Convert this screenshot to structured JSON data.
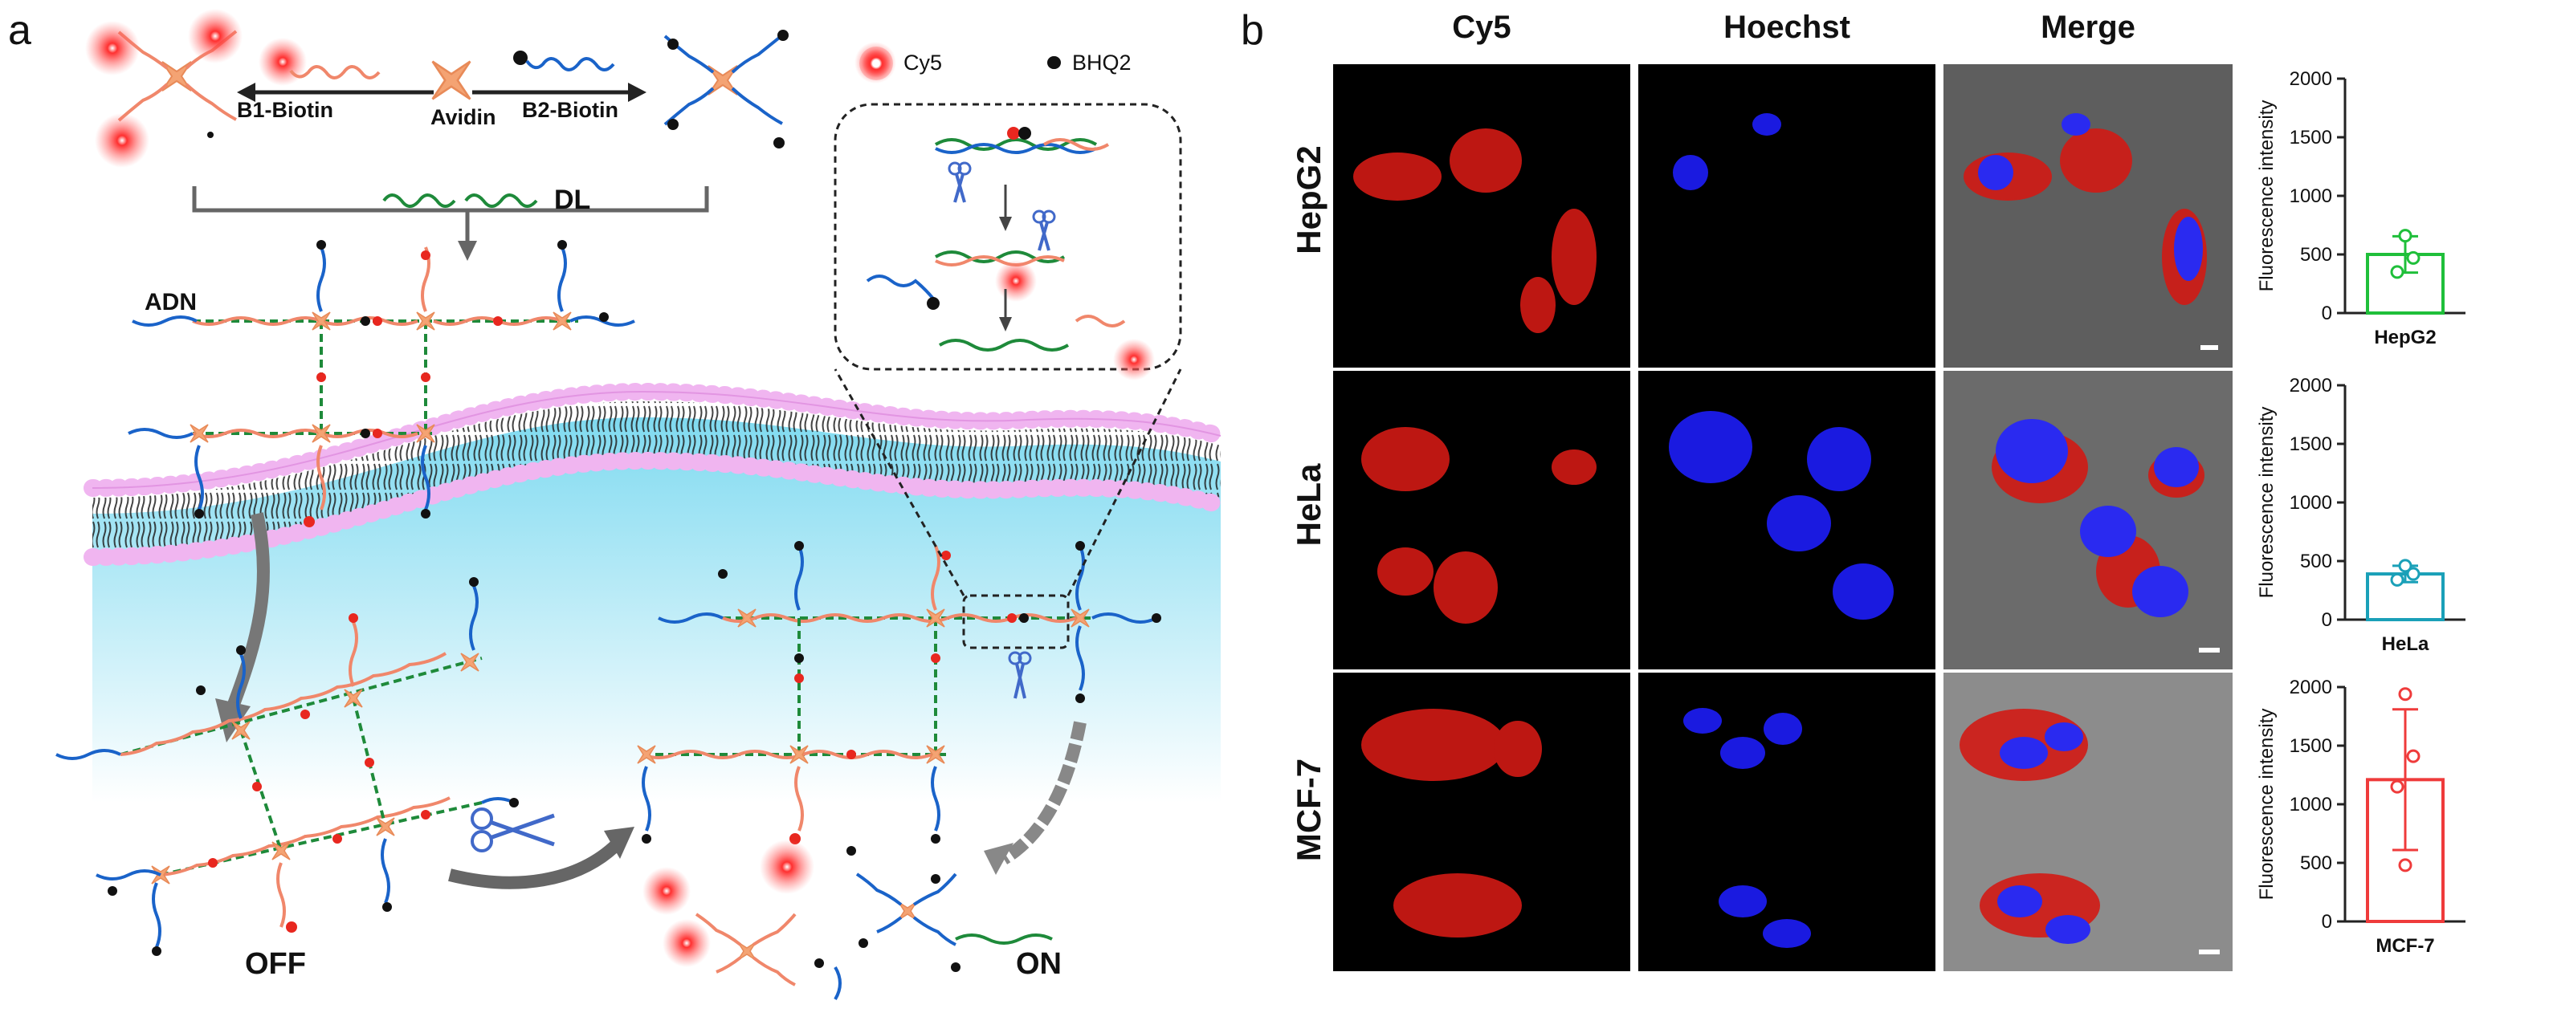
{
  "panel_a": {
    "letter": "a",
    "legend": {
      "cy5": "Cy5",
      "bhq2": "BHQ2"
    },
    "labels": {
      "b1": "B1-Biotin",
      "avidin": "Avidin",
      "b2": "B2-Biotin",
      "dl": "DL",
      "adn": "ADN",
      "off": "OFF",
      "on": "ON"
    },
    "colors": {
      "cy5": "#e8271f",
      "dna_blue": "#1a63c9",
      "dna_green": "#1e8a3a",
      "avidin": "#f2a77a",
      "membrane": "#e9a6e6",
      "cytoplasm": "#8fe0f2"
    }
  },
  "panel_b": {
    "letter": "b",
    "columns": [
      "Cy5",
      "Hoechst",
      "Merge"
    ],
    "rows": [
      "HepG2",
      "HeLa",
      "MCF-7"
    ]
  },
  "chart_data": [
    {
      "type": "bar",
      "title": "",
      "xlabel": "",
      "ylabel": "Fluorescence intensity",
      "categories": [
        "HepG2"
      ],
      "values": [
        500
      ],
      "points": [
        660,
        350,
        470
      ],
      "error": [
        345,
        655
      ],
      "ylim": [
        0,
        2000
      ],
      "yticks": [
        0,
        500,
        1000,
        1500,
        2000
      ],
      "color": "#1fbf3a",
      "grid": false
    },
    {
      "type": "bar",
      "title": "",
      "xlabel": "",
      "ylabel": "Fluorescence intensity",
      "categories": [
        "HeLa"
      ],
      "values": [
        390
      ],
      "points": [
        460,
        340,
        390
      ],
      "error": [
        320,
        460
      ],
      "ylim": [
        0,
        2000
      ],
      "yticks": [
        0,
        500,
        1000,
        1500,
        2000
      ],
      "color": "#1aa0b8",
      "grid": false
    },
    {
      "type": "bar",
      "title": "",
      "xlabel": "",
      "ylabel": "Fluorescence intensity",
      "categories": [
        "MCF-7"
      ],
      "values": [
        1210
      ],
      "points": [
        1940,
        1150,
        1410,
        480
      ],
      "error": [
        610,
        1810
      ],
      "ylim": [
        0,
        2000
      ],
      "yticks": [
        0,
        500,
        1000,
        1500,
        2000
      ],
      "color": "#ef3b3b",
      "grid": false
    }
  ]
}
